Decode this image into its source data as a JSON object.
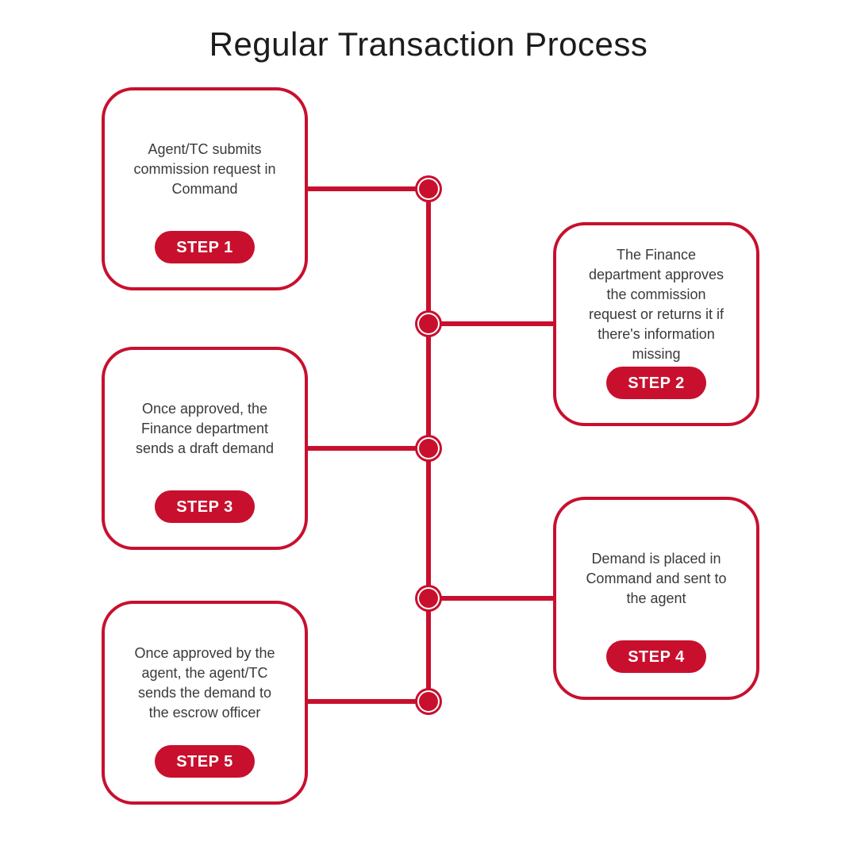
{
  "title": "Regular Transaction Process",
  "colors": {
    "accent_red": "#C8102E",
    "body_text": "#3a3a3a",
    "title_text": "#1c1c1c",
    "background": "#ffffff",
    "badge_text": "#ffffff"
  },
  "steps": [
    {
      "badge": "STEP 1",
      "side": "left",
      "lines": [
        "Agent/TC submits",
        "commission request in",
        "Command"
      ]
    },
    {
      "badge": "STEP 2",
      "side": "right",
      "lines": [
        "The Finance",
        "department approves",
        "the commission",
        "request or returns it if",
        "there's information",
        "missing"
      ]
    },
    {
      "badge": "STEP 3",
      "side": "left",
      "lines": [
        "Once approved, the",
        "Finance department",
        "sends a draft demand"
      ]
    },
    {
      "badge": "STEP 4",
      "side": "right",
      "lines": [
        "Demand is placed in",
        "Command and sent to",
        "the agent"
      ]
    },
    {
      "badge": "STEP 5",
      "side": "left",
      "lines": [
        "Once approved by the",
        "agent, the agent/TC",
        "sends the demand to",
        "the escrow officer"
      ]
    }
  ]
}
